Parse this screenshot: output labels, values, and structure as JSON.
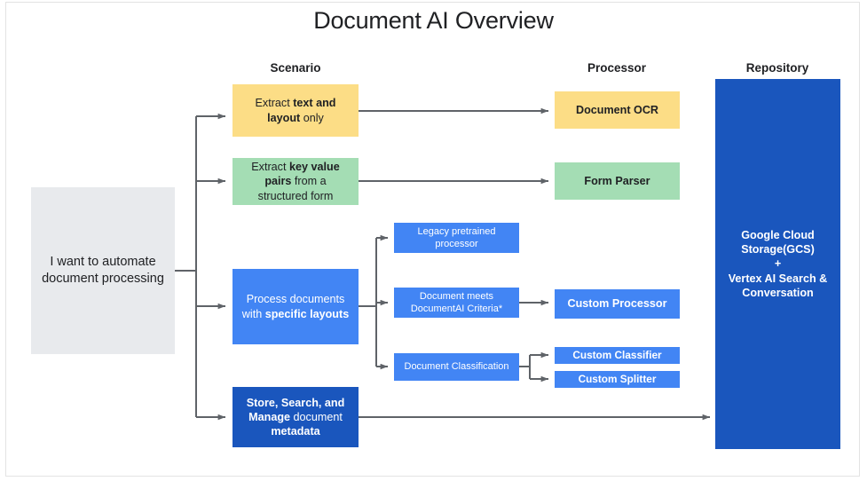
{
  "page": {
    "title": "Document AI Overview",
    "background": "#ffffff",
    "frame_border_color": "#e3e3e3"
  },
  "columns": [
    {
      "key": "scenario",
      "label": "Scenario"
    },
    {
      "key": "processor",
      "label": "Processor"
    },
    {
      "key": "repository",
      "label": "Repository"
    }
  ],
  "colors": {
    "yellow": "#fcdd86",
    "green": "#a4ddb4",
    "blue": "#4285f4",
    "dark_blue": "#1a56bd",
    "grey": "#e8eaed",
    "connector": "#5f6368",
    "text_dark": "#202124",
    "text_light": "#ffffff"
  },
  "nodes": {
    "intent": {
      "text": "I want to automate document processing",
      "color": "grey"
    },
    "scenario_ocr": {
      "line1_pre": "Extract ",
      "line1_bold": "text and",
      "line2_bold": "layout",
      "line2_post": " only",
      "color": "yellow"
    },
    "scenario_form": {
      "line1_pre": "Extract ",
      "line1_bold": "key value",
      "line2_bold": "pairs",
      "line2_post": " from a",
      "line3": "structured form",
      "color": "green"
    },
    "scenario_layouts": {
      "line1": "Process documents",
      "line2_pre": "with ",
      "line2_bold": "specific layouts",
      "color": "blue"
    },
    "scenario_store": {
      "line1_bold": "Store, Search, and",
      "line2_bold": "Manage",
      "line2_post": " document",
      "line3_bold": "metadata",
      "color": "dark_blue"
    },
    "legacy_pretrained": {
      "line1": "Legacy pretrained",
      "line2": "processor",
      "color": "blue"
    },
    "doc_meets_criteria": {
      "line1": "Document meets",
      "line2": "DocumentAI Criteria*",
      "color": "blue"
    },
    "doc_classification": {
      "line1": "Document Classification",
      "color": "blue"
    },
    "processor_ocr": {
      "label": "Document OCR",
      "color": "yellow"
    },
    "processor_form": {
      "label": "Form Parser",
      "color": "green"
    },
    "processor_custom": {
      "label": "Custom Processor",
      "color": "blue"
    },
    "custom_classifier": {
      "label": "Custom Classifier",
      "color": "blue"
    },
    "custom_splitter": {
      "label": "Custom Splitter",
      "color": "blue"
    },
    "repository": {
      "line1": "Google Cloud",
      "line2": "Storage(GCS)",
      "line3": "+",
      "line4": "Vertex AI Search &",
      "line5": "Conversation",
      "color": "dark_blue"
    }
  }
}
